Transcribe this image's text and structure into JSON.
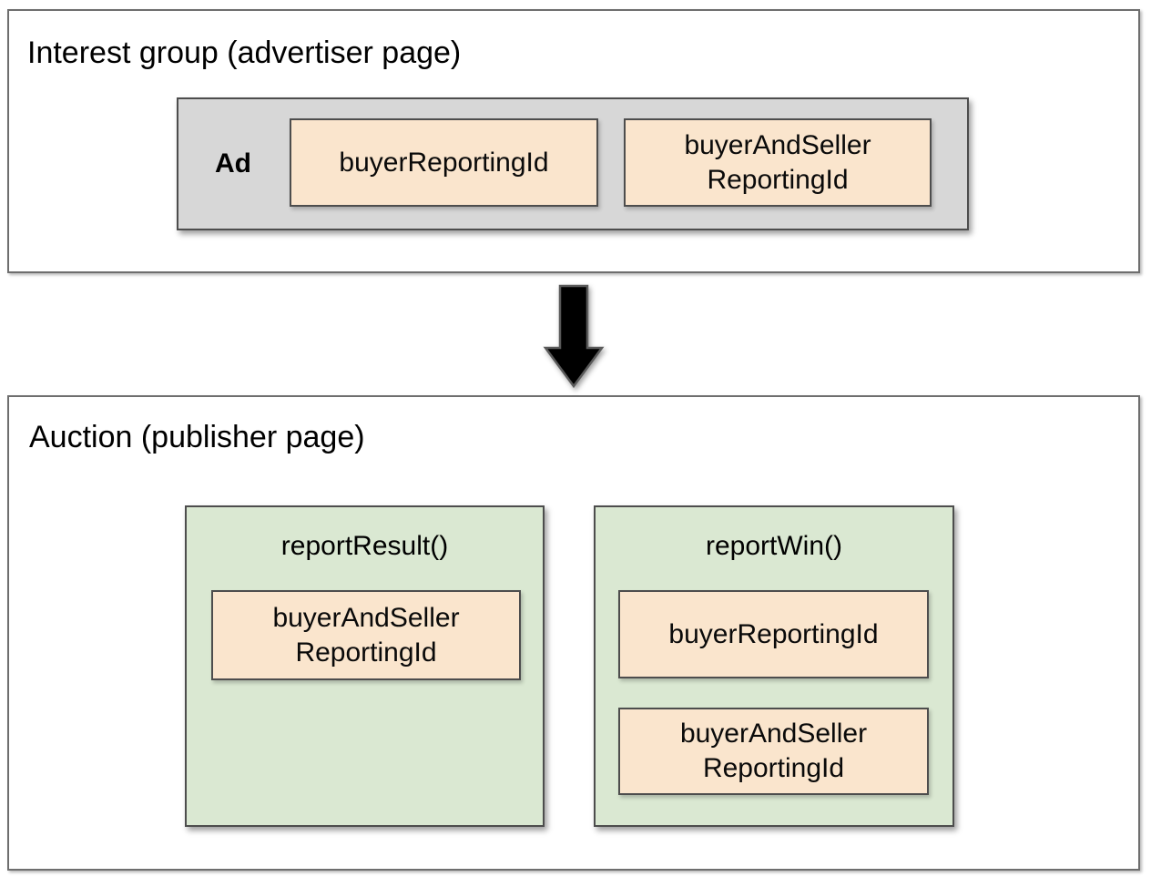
{
  "diagram": {
    "interest_group": {
      "title": "Interest group (advertiser page)",
      "ad_label": "Ad",
      "ids": [
        "buyerReportingId",
        "buyerAndSeller\nReportingId"
      ]
    },
    "arrow": "down-arrow",
    "auction": {
      "title": "Auction (publisher page)",
      "report_result": {
        "title": "reportResult()",
        "ids": [
          "buyerAndSeller\nReportingId"
        ]
      },
      "report_win": {
        "title": "reportWin()",
        "ids": [
          "buyerReportingId",
          "buyerAndSeller\nReportingId"
        ]
      }
    },
    "colors": {
      "outer_border": "#6e6e6e",
      "inner_border": "#4d4d4d",
      "ad_container_fill": "#d7d7d7",
      "id_chip_fill": "#fae5cd",
      "function_fill": "#dae8d2",
      "arrow_fill": "#000000",
      "text": "#111111",
      "background": "#ffffff"
    }
  }
}
